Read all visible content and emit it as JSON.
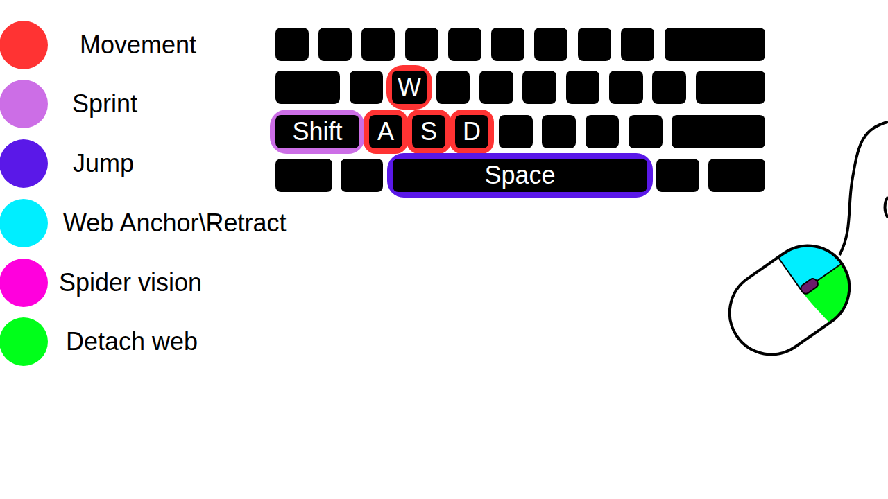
{
  "diagram": {
    "nodes": [
      {
        "text": [
          "W"
        ]
      },
      {
        "text": [
          "Shift"
        ]
      },
      {
        "text": [
          "A"
        ]
      },
      {
        "text": [
          "S"
        ]
      },
      {
        "text": [
          "D"
        ]
      },
      {
        "text": [
          "Space"
        ]
      }
    ],
    "legend": [
      {
        "text": "Movement",
        "color": "#ff3333"
      },
      {
        "text": "Sprint",
        "color": "#cc6ee6"
      },
      {
        "text": "Jump",
        "color": "#5a18e8"
      },
      {
        "text": "Web Anchor\\Retract",
        "color": "#00eeff"
      },
      {
        "text": "Spider vision",
        "color": "#ff00dd"
      },
      {
        "text": "Detach web",
        "color": "#00ff1a"
      }
    ]
  }
}
